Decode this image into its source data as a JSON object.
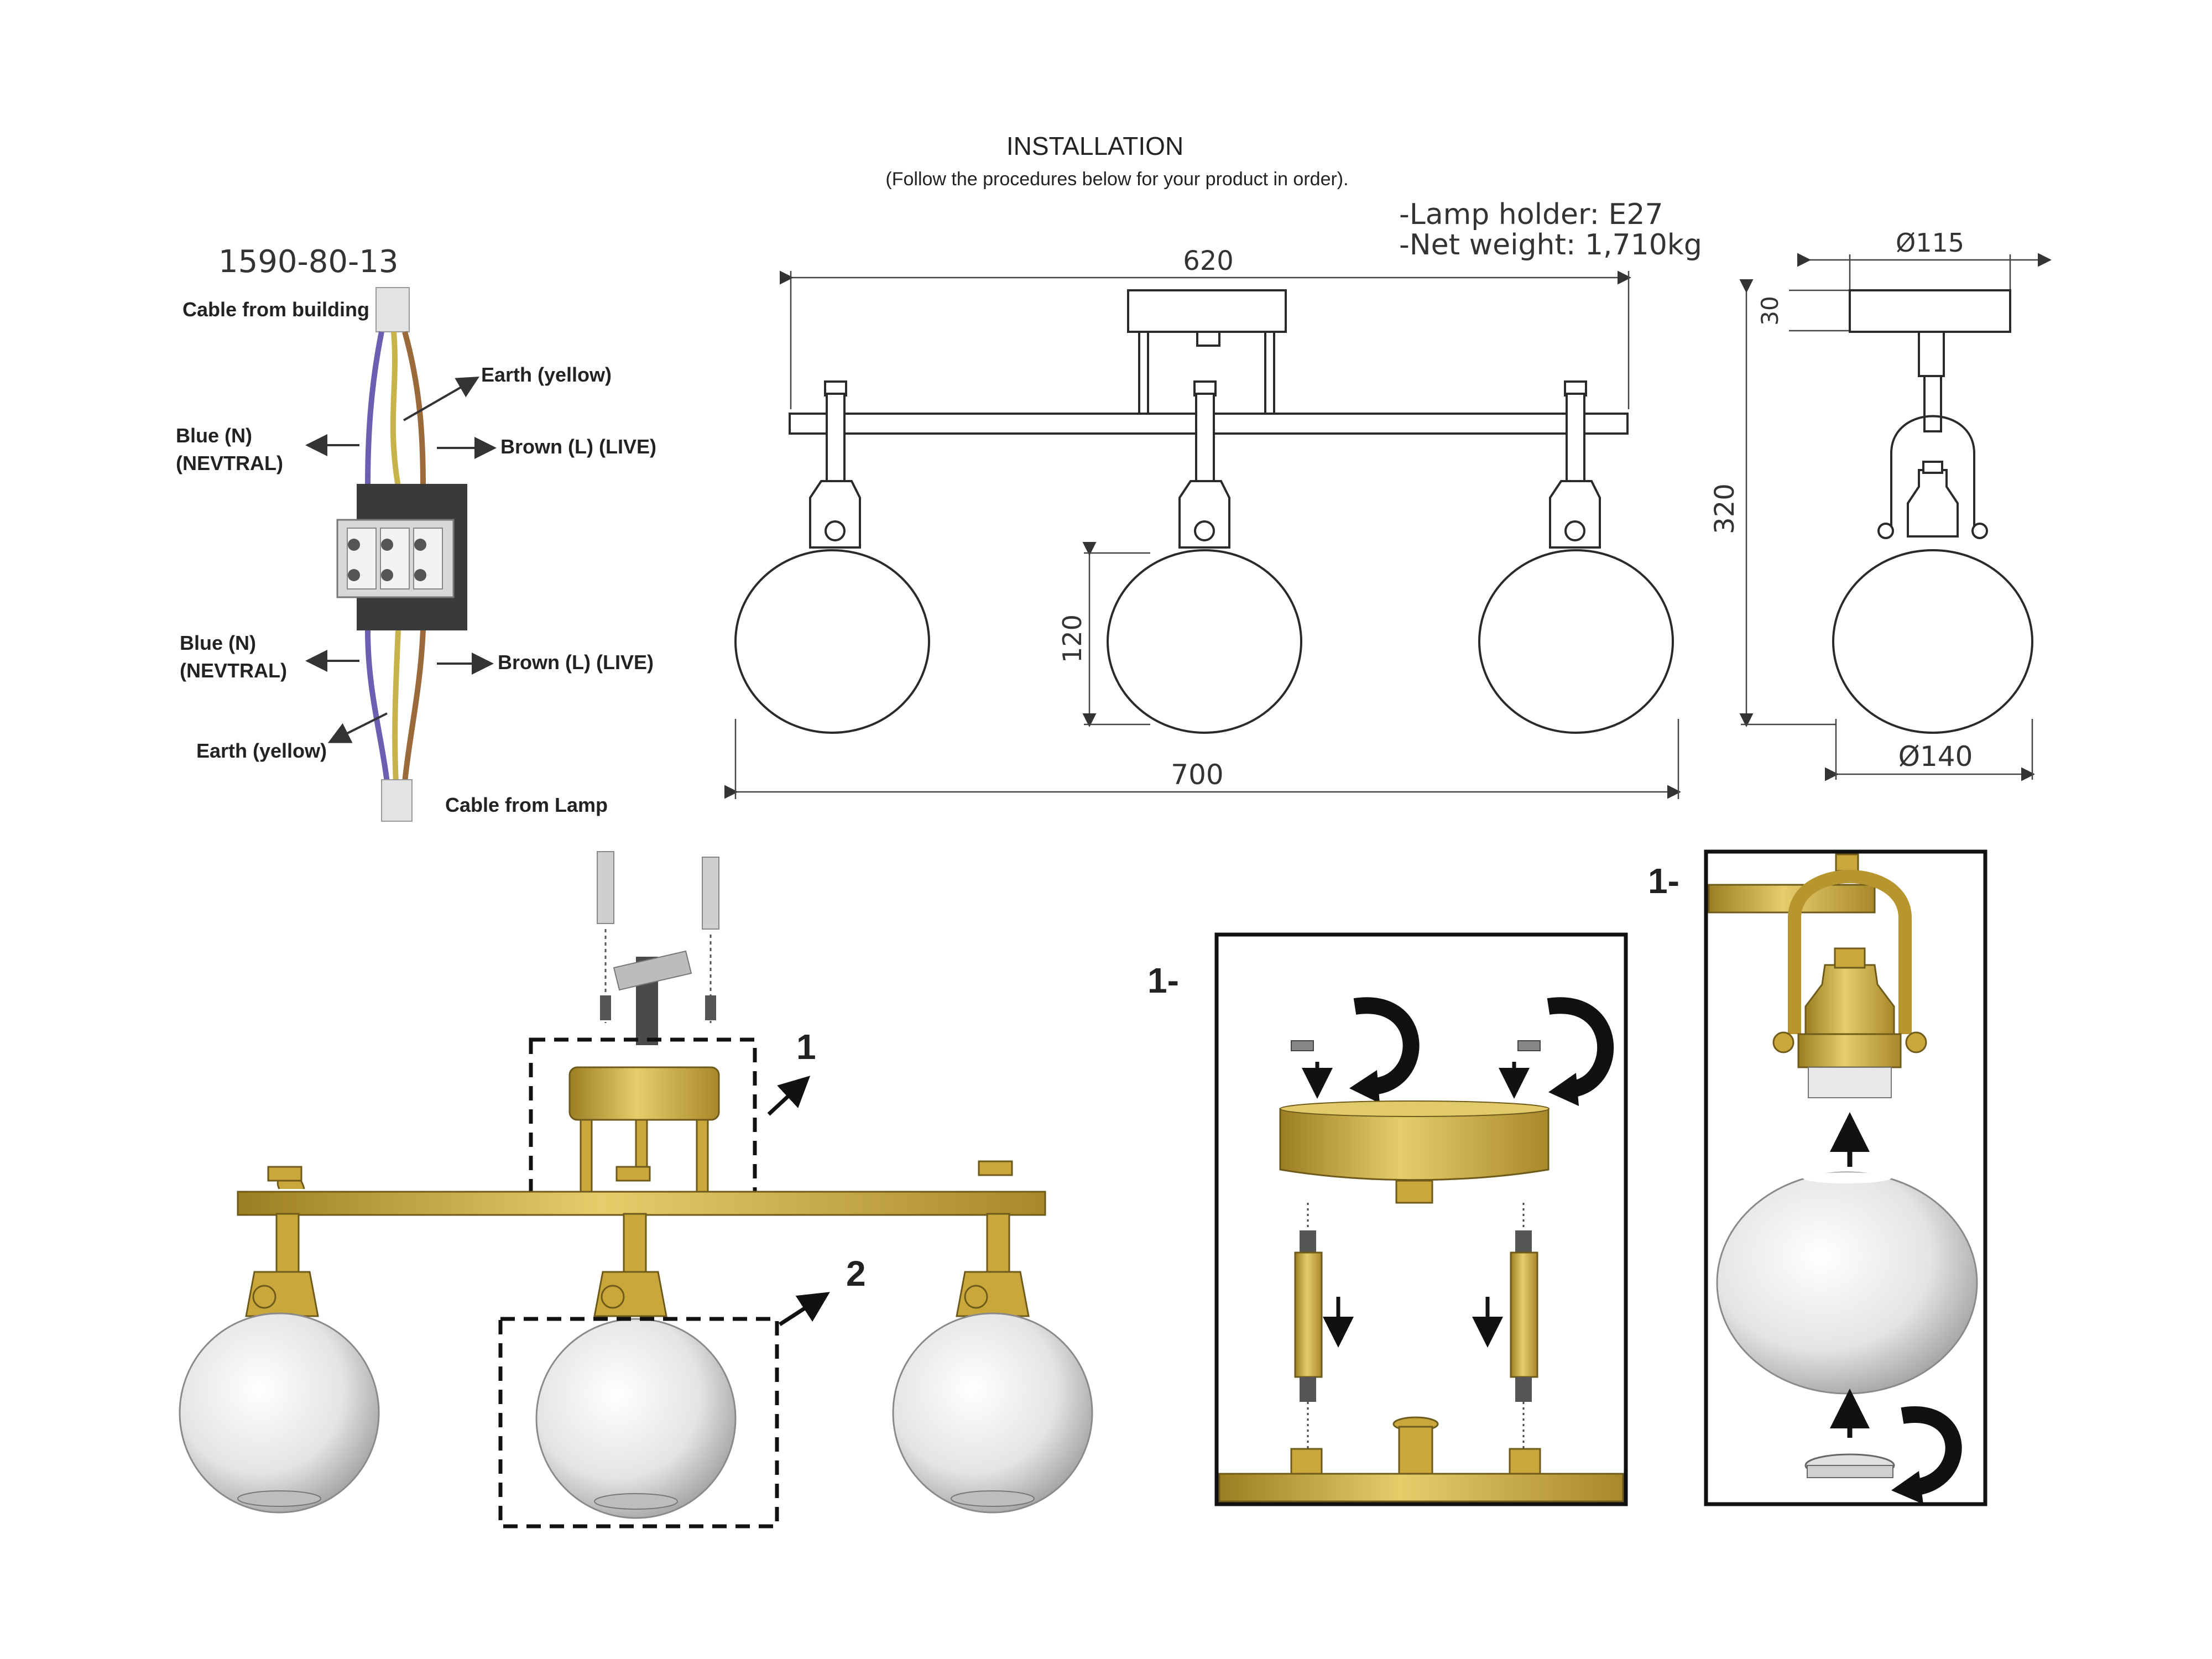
{
  "header": {
    "title": "INSTALLATION",
    "subtitle": "(Follow the procedures below for your product in order).",
    "specs": [
      "-Lamp holder: E27",
      "-Net weight: 1,710kg"
    ]
  },
  "wiring": {
    "model": "1590-80-13",
    "cable_from_building": "Cable from building",
    "earth_top": "Earth (yellow)",
    "blue_top_1": "Blue (N)",
    "blue_top_2": "(NEVTRAL)",
    "brown_top": "Brown (L) (LIVE)",
    "blue_bottom_1": "Blue (N)",
    "blue_bottom_2": "(NEVTRAL)",
    "brown_bottom": "Brown (L) (LIVE)",
    "earth_bottom": "Earth (yellow)",
    "cable_from_lamp": "Cable from Lamp",
    "wire_colors": {
      "blue": "#6a5fb0",
      "brown": "#9a6a3a",
      "earth": "#c8b24a"
    }
  },
  "front_view": {
    "dim_top": "620",
    "dim_glass_height": "120",
    "dim_total": "700"
  },
  "side_view": {
    "dim_canopy_diameter": "Ø115",
    "dim_canopy_height": "30",
    "dim_total_height": "320",
    "dim_glass_diameter": "Ø140"
  },
  "assembly": {
    "callout_1": "1",
    "callout_2": "2",
    "step_label_left": "1-",
    "step_label_right": "1-"
  },
  "colors": {
    "brass": "#c9a73a",
    "glass": "#e8e8e8"
  }
}
